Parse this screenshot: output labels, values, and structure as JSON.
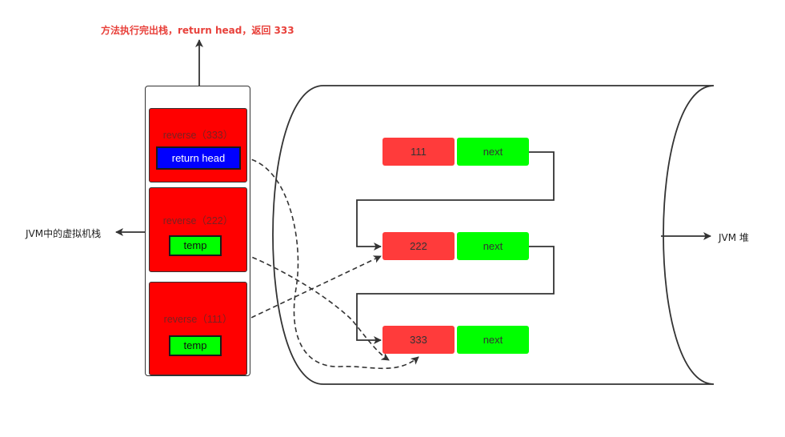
{
  "title": "方法执行完出栈，return head，返回 333",
  "stack": {
    "label": "JVM中的虚拟机栈",
    "frames": [
      {
        "label": "reverse（333）",
        "var": "return  head"
      },
      {
        "label": "reverse（222）",
        "var": "temp"
      },
      {
        "label": "reverse（111）",
        "var": "temp"
      }
    ]
  },
  "heap": {
    "label": "JVM 堆",
    "nodes": [
      {
        "value": "111",
        "next": "next"
      },
      {
        "value": "222",
        "next": "next"
      },
      {
        "value": "333",
        "next": "next"
      }
    ]
  },
  "colors": {
    "frame": "#ff0000",
    "return_box": "#0000ff",
    "temp_box": "#00ff00",
    "node_value": "#ff3b3b",
    "node_next": "#00ff00",
    "title": "#e8413b"
  }
}
